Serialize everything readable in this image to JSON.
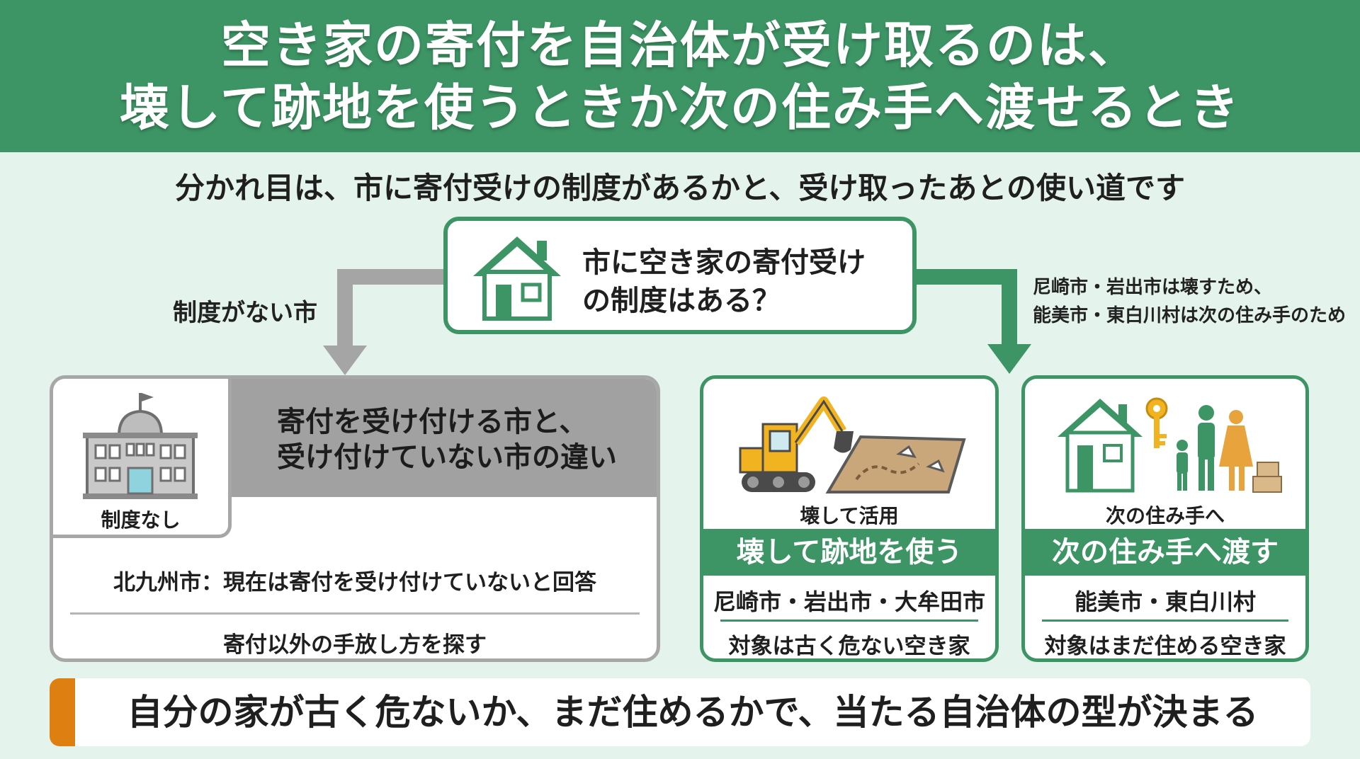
{
  "header": {
    "title_line1": "空き家の寄付を自治体が受け取るのは、",
    "title_line2": "壊して跡地を使うときか次の住み手へ渡せるとき"
  },
  "subtitle": "分かれ目は、市に寄付受けの制度があるかと、受け取ったあとの使い道です",
  "question": {
    "line1": "市に空き家の寄付受け",
    "line2": "の制度はある？",
    "icon": "house-icon"
  },
  "branch_no": {
    "label": "制度がない市"
  },
  "branch_yes": {
    "label_line1": "尼崎市・岩出市は壊すため、",
    "label_line2": "能美市・東白川村は次の住み手のため"
  },
  "left_panel": {
    "title_line1": "寄付を受け付ける市と、",
    "title_line2": "受け付けていない市の違い",
    "icon": "city-hall-icon",
    "icon_caption": "制度なし",
    "line1": "北九州市：現在は寄付を受け付けていないと回答",
    "line2": "寄付以外の手放し方を探す"
  },
  "card_demolish": {
    "icon": "excavator-icon",
    "caption": "壊して活用",
    "title": "壊して跡地を使う",
    "cities": "尼崎市・岩出市・大牟田市",
    "target": "対象は古く危ない空き家"
  },
  "card_next_resident": {
    "icon": "family-house-key-icon",
    "caption": "次の住み手へ",
    "title": "次の住み手へ渡す",
    "cities": "能美市・東白川村",
    "target": "対象はまだ住める空き家"
  },
  "conclusion": "自分の家が古く危ないか、まだ住めるかで、当たる自治体の型が決まる",
  "colors": {
    "header_green": "#3d9565",
    "background": "#e4f4ec",
    "neutral_gray": "#a1a1a1",
    "accent_orange": "#de7f12"
  }
}
